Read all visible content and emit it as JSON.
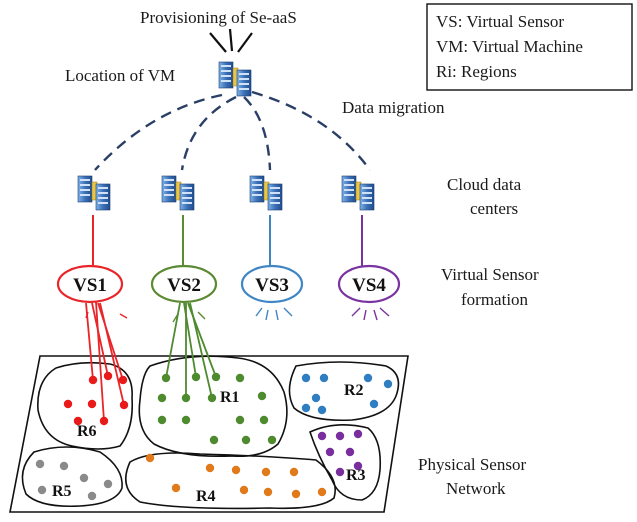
{
  "labels": {
    "provisioning": "Provisioning of Se-aaS",
    "location_vm": "Location of VM",
    "data_migration": "Data migration",
    "cloud_dc_line1": "Cloud data",
    "cloud_dc_line2": "centers",
    "vs_formation_line1": "Virtual Sensor",
    "vs_formation_line2": "formation",
    "psn_line1": "Physical Sensor",
    "psn_line2": "Network"
  },
  "legend": {
    "items": [
      "VS: Virtual Sensor",
      "VM: Virtual Machine",
      "Ri: Regions"
    ]
  },
  "virtual_sensors": [
    {
      "label": "VS1",
      "color": "#e8262a"
    },
    {
      "label": "VS2",
      "color": "#5a8a32"
    },
    {
      "label": "VS3",
      "color": "#3f86c4"
    },
    {
      "label": "VS4",
      "color": "#7a34a0"
    }
  ],
  "regions": [
    {
      "label": "R1",
      "color": "#4e8a2e"
    },
    {
      "label": "R2",
      "color": "#2f7ec2"
    },
    {
      "label": "R3",
      "color": "#7a2e9e"
    },
    {
      "label": "R4",
      "color": "#e07a1a"
    },
    {
      "label": "R5",
      "color": "#8a8a8a"
    },
    {
      "label": "R6",
      "color": "#e81a1a"
    }
  ],
  "icons": {
    "server": "server-rack-icon"
  },
  "colors": {
    "dashed_link": "#2a3f66",
    "server_blue": "#4a7fc0",
    "server_yellow": "#e8c84a"
  }
}
